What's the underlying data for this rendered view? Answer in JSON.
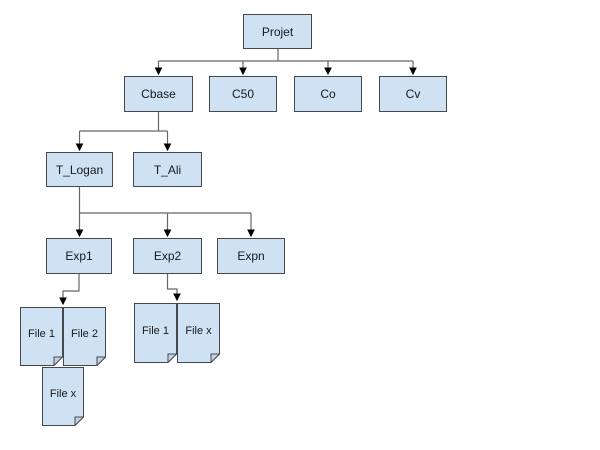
{
  "colors": {
    "canvas_bg": "#ffffff",
    "node_fill": "#cfe2f3",
    "node_border": "#45494e",
    "connector": "#666666",
    "arrow": "#000000",
    "text": "#17191c",
    "fold_fill": "#bdd3e8"
  },
  "nodes": {
    "projet": {
      "label": "Projet"
    },
    "cbase": {
      "label": "Cbase"
    },
    "c50": {
      "label": "C50"
    },
    "co": {
      "label": "Co"
    },
    "cv": {
      "label": "Cv"
    },
    "t_logan": {
      "label": "T_Logan"
    },
    "t_ali": {
      "label": "T_Ali"
    },
    "exp1": {
      "label": "Exp1"
    },
    "exp2": {
      "label": "Exp2"
    },
    "expn": {
      "label": "Expn"
    },
    "exp1_file1": {
      "label": "File 1"
    },
    "exp1_file2": {
      "label": "File 2"
    },
    "exp1_filex": {
      "label": "File x"
    },
    "exp2_file1": {
      "label": "File 1"
    },
    "exp2_filex": {
      "label": "File x"
    }
  },
  "edges": [
    {
      "from": "projet",
      "to": "cbase"
    },
    {
      "from": "projet",
      "to": "c50"
    },
    {
      "from": "projet",
      "to": "co"
    },
    {
      "from": "projet",
      "to": "cv"
    },
    {
      "from": "cbase",
      "to": "t_logan"
    },
    {
      "from": "cbase",
      "to": "t_ali"
    },
    {
      "from": "t_logan",
      "to": "exp1"
    },
    {
      "from": "t_logan",
      "to": "exp2"
    },
    {
      "from": "t_logan",
      "to": "expn"
    },
    {
      "from": "exp1",
      "to": "exp1_files"
    },
    {
      "from": "exp2",
      "to": "exp2_files"
    }
  ]
}
